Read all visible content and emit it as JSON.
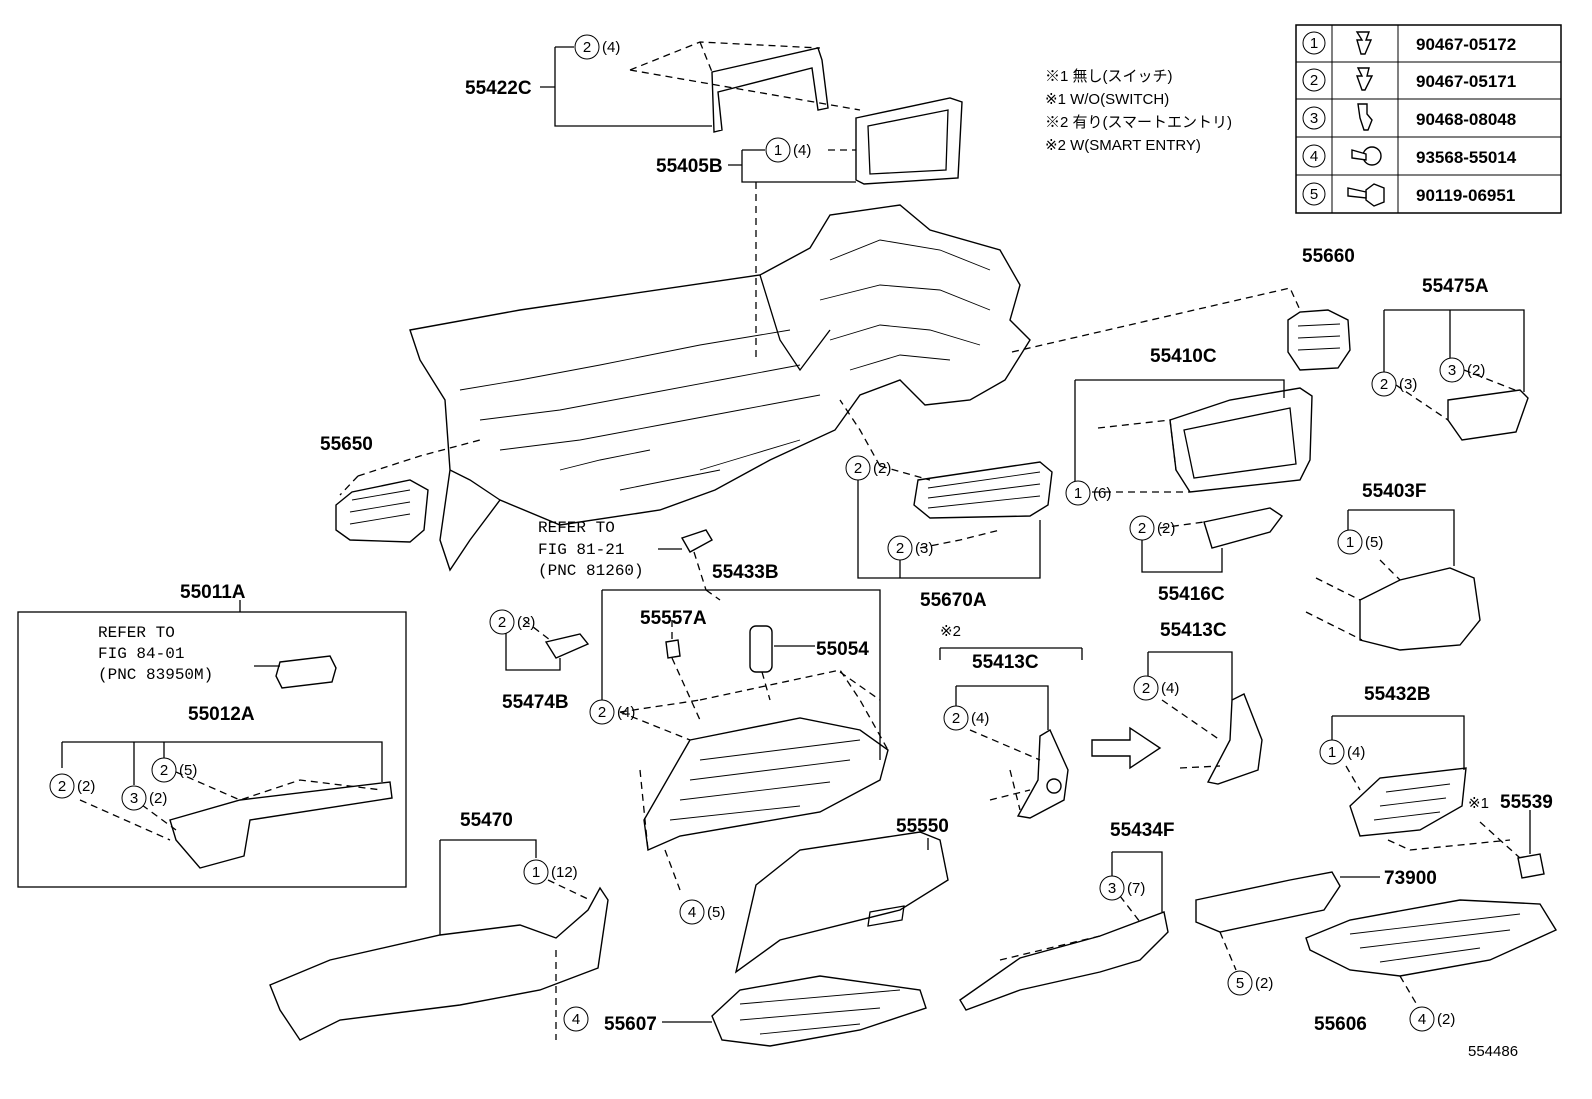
{
  "diagram_id": "554486",
  "notes": [
    "※1 無し(スイッチ)",
    "※1 W/O(SWITCH)",
    "※2 有り(スマートエントリ)",
    "※2 W(SMART ENTRY)"
  ],
  "fastener_table": [
    {
      "no": "1",
      "part": "90467-05172",
      "icon": "clip-icon"
    },
    {
      "no": "2",
      "part": "90467-05171",
      "icon": "clip-icon"
    },
    {
      "no": "3",
      "part": "90468-08048",
      "icon": "clip-icon"
    },
    {
      "no": "4",
      "part": "93568-55014",
      "icon": "screw-icon"
    },
    {
      "no": "5",
      "part": "90119-06951",
      "icon": "bolt-icon"
    }
  ],
  "parts": {
    "p55422C": "55422C",
    "p55405B": "55405B",
    "p55650": "55650",
    "p55660": "55660",
    "p55475A": "55475A",
    "p55410C": "55410C",
    "p55403F": "55403F",
    "p55670A": "55670A",
    "p55416C": "55416C",
    "p55433B": "55433B",
    "p55557A": "55557A",
    "p55054": "55054",
    "p55474B": "55474B",
    "p55011A": "55011A",
    "p55012A": "55012A",
    "p55413C_a": "55413C",
    "p55413C_b": "55413C",
    "p55432B": "55432B",
    "p55539": "55539",
    "p55470": "55470",
    "p55550": "55550",
    "p55434F": "55434F",
    "p73900": "73900",
    "p55606": "55606",
    "p55607": "55607"
  },
  "refers": {
    "r1": [
      "REFER TO",
      "FIG 81-21",
      "(PNC 81260)"
    ],
    "r2": [
      "REFER TO",
      "FIG 84-01",
      "(PNC 83950M)"
    ]
  },
  "marks": {
    "m2": "※2",
    "m1": "※1"
  },
  "callouts": {
    "c1": {
      "n": "2",
      "q": "(4)"
    },
    "c2": {
      "n": "1",
      "q": "(4)"
    },
    "c3": {
      "n": "2",
      "q": "(3)"
    },
    "c4": {
      "n": "3",
      "q": "(2)"
    },
    "c5": {
      "n": "2",
      "q": "(2)"
    },
    "c6": {
      "n": "2",
      "q": "(3)"
    },
    "c7": {
      "n": "1",
      "q": "(6)"
    },
    "c8": {
      "n": "2",
      "q": "(2)"
    },
    "c9": {
      "n": "1",
      "q": "(5)"
    },
    "c10": {
      "n": "2",
      "q": "(2)"
    },
    "c11": {
      "n": "2",
      "q": "(4)"
    },
    "c12": {
      "n": "2",
      "q": "(4)"
    },
    "c13": {
      "n": "2",
      "q": "(4)"
    },
    "c14": {
      "n": "1",
      "q": "(4)"
    },
    "c15": {
      "n": "2",
      "q": "(2)"
    },
    "c16": {
      "n": "3",
      "q": "(2)"
    },
    "c17": {
      "n": "2",
      "q": "(5)"
    },
    "c18": {
      "n": "1",
      "q": "(12)"
    },
    "c19": {
      "n": "4",
      "q": "(5)"
    },
    "c20": {
      "n": "3",
      "q": "(7)"
    },
    "c21": {
      "n": "5",
      "q": "(2)"
    },
    "c22": {
      "n": "4",
      "q": "(2)"
    },
    "c23": {
      "n": "4",
      "q": ""
    }
  }
}
